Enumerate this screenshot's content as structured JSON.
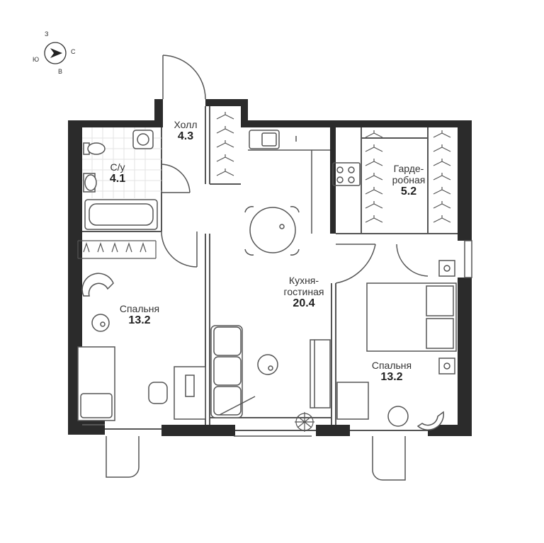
{
  "compass": {
    "north": "З",
    "east": "С",
    "south": "В",
    "west": "Ю"
  },
  "rooms": [
    {
      "id": "hall",
      "name": "Холл",
      "area": "4.3"
    },
    {
      "id": "bathroom",
      "name": "С/у",
      "area": "4.1"
    },
    {
      "id": "kitchen-living",
      "name": "Кухня-\nгостиная",
      "area": "20.4"
    },
    {
      "id": "wardrobe",
      "name": "Гарде-\nробная",
      "area": "5.2"
    },
    {
      "id": "bedroom-left",
      "name": "Спальня",
      "area": "13.2"
    },
    {
      "id": "bedroom-right",
      "name": "Спальня",
      "area": "13.2"
    }
  ],
  "colors": {
    "wall": "#2b2b2b",
    "line": "#555555",
    "tile": "#e3e3e3"
  }
}
